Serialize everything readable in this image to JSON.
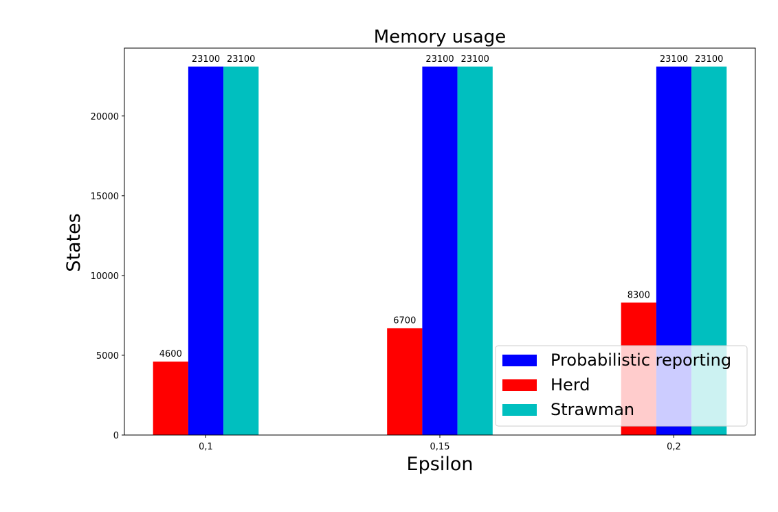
{
  "chart_data": {
    "type": "bar",
    "title": "Memory usage",
    "xlabel": "Epsilon",
    "ylabel": "States",
    "categories": [
      "0,1",
      "0,15",
      "0,2"
    ],
    "ylim": [
      0,
      24255
    ],
    "yticks": [
      0,
      5000,
      10000,
      15000,
      20000
    ],
    "grid": false,
    "legend_position": "lower-right",
    "series": [
      {
        "name": "Herd",
        "color": "#ff0000",
        "values": [
          4600,
          6700,
          8300
        ]
      },
      {
        "name": "Probabilistic reporting",
        "color": "#0000ff",
        "values": [
          23100,
          23100,
          23100
        ]
      },
      {
        "name": "Strawman",
        "color": "#00bfbf",
        "values": [
          23100,
          23100,
          23100
        ]
      }
    ],
    "legend_order": [
      "Probabilistic reporting",
      "Herd",
      "Strawman"
    ]
  }
}
